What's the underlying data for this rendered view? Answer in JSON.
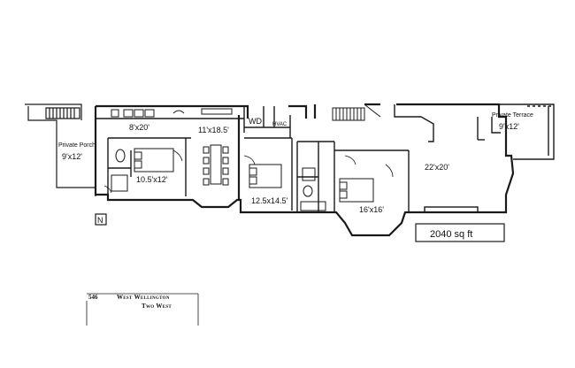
{
  "rooms": {
    "private_porch_name": "Private Porch",
    "private_porch_size": "9'x12'",
    "kitchen": "8'x20'",
    "dining": "11'x18.5'",
    "bedroom_1": "10.5'x12'",
    "bedroom_2": "12.5x14.5'",
    "bedroom_3": "16'x16'",
    "living": "22'x20'",
    "private_terrace_name": "Private Terrace",
    "private_terrace_size": "9'x12'",
    "laundry": "WD",
    "hvac": "HVAC"
  },
  "compass": "N",
  "area": "2040 sq ft",
  "title_block": {
    "number": "546",
    "street": "West Wellington",
    "unit": "Two West"
  }
}
